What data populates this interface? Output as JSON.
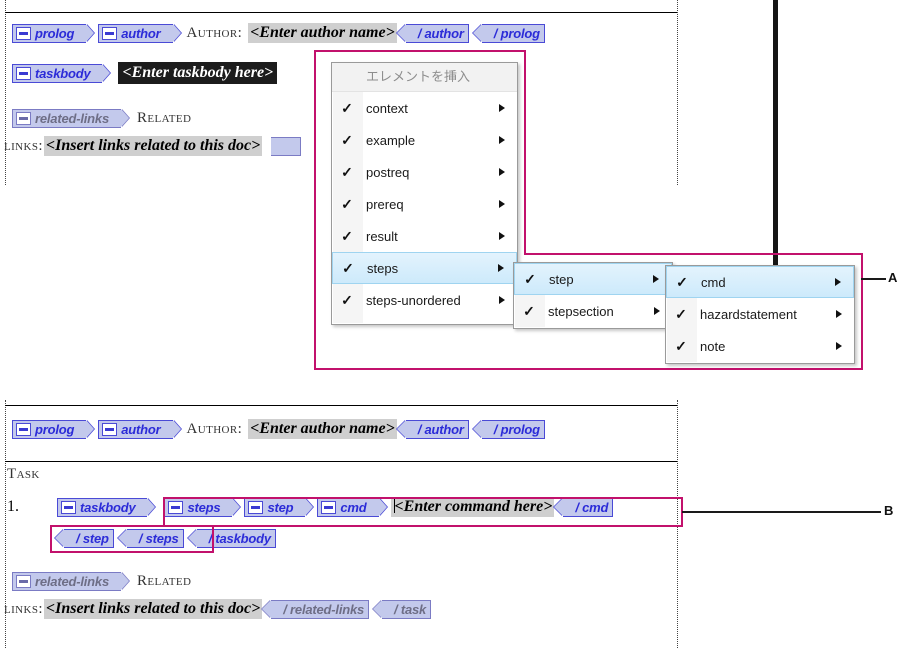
{
  "figure": {
    "callout_color": "#c2116c",
    "labels": [
      {
        "id": "A",
        "text": "A"
      },
      {
        "id": "B",
        "text": "B"
      }
    ]
  },
  "top_pane": {
    "rows": [
      {
        "id": "prolog-row",
        "chips": [
          {
            "text": "prolog",
            "kind": "open",
            "collapsible": true,
            "muted": false
          },
          {
            "text": "author",
            "kind": "open",
            "collapsible": true,
            "muted": false
          }
        ],
        "label": "Author:",
        "placeholder": "<Enter author name>",
        "closers": [
          "/ author",
          "/ prolog"
        ]
      },
      {
        "id": "taskbody-row",
        "chips": [
          {
            "text": "taskbody",
            "kind": "open",
            "collapsible": true,
            "muted": false
          }
        ],
        "placeholder": "<Enter taskbody here>",
        "selected": true
      },
      {
        "id": "related-links-row",
        "chips": [
          {
            "text": "related-links",
            "kind": "open",
            "collapsible": true,
            "muted": true
          }
        ],
        "label": "Related",
        "label2": "links:",
        "placeholder": "<Insert links related to this doc>"
      }
    ]
  },
  "bottom_pane": {
    "rows": [
      {
        "id": "prolog-row-2",
        "chips": [
          {
            "text": "prolog",
            "kind": "open",
            "collapsible": true,
            "muted": false
          },
          {
            "text": "author",
            "kind": "open",
            "collapsible": true,
            "muted": false
          }
        ],
        "label": "Author:",
        "placeholder": "<Enter author name>",
        "closers": [
          "/ author",
          "/ prolog"
        ]
      },
      {
        "id": "task-label-row",
        "label": "Task"
      },
      {
        "id": "steps-row",
        "number": "1.",
        "chips": [
          {
            "text": "taskbody",
            "kind": "open",
            "collapsible": true,
            "muted": false
          },
          {
            "text": "steps",
            "kind": "open",
            "collapsible": true,
            "muted": false
          },
          {
            "text": "step",
            "kind": "open",
            "collapsible": true,
            "muted": false
          },
          {
            "text": "cmd",
            "kind": "open",
            "collapsible": true,
            "muted": false
          }
        ],
        "placeholder": "<Enter command here>",
        "closers": [
          "/ cmd"
        ]
      },
      {
        "id": "closers-row",
        "closers": [
          "/ step",
          "/ steps",
          "/ taskbody"
        ]
      },
      {
        "id": "related-links-row-2",
        "chips": [
          {
            "text": "related-links",
            "kind": "open",
            "collapsible": true,
            "muted": true
          }
        ],
        "label": "Related",
        "label2": "links:",
        "placeholder": "<Insert links related to this doc>",
        "closers": [
          "/ related-links",
          "/ task"
        ]
      }
    ]
  },
  "menus": {
    "root": {
      "title": "エレメントを挿入",
      "items": [
        {
          "label": "context",
          "checked": true,
          "submenu": true,
          "highlighted": false
        },
        {
          "label": "example",
          "checked": true,
          "submenu": true,
          "highlighted": false
        },
        {
          "label": "postreq",
          "checked": true,
          "submenu": true,
          "highlighted": false
        },
        {
          "label": "prereq",
          "checked": true,
          "submenu": true,
          "highlighted": false
        },
        {
          "label": "result",
          "checked": true,
          "submenu": true,
          "highlighted": false
        },
        {
          "label": "steps",
          "checked": true,
          "submenu": true,
          "highlighted": true
        },
        {
          "label": "steps-unordered",
          "checked": true,
          "submenu": true,
          "highlighted": false
        }
      ]
    },
    "level2": {
      "items": [
        {
          "label": "step",
          "checked": true,
          "submenu": true,
          "highlighted": true
        },
        {
          "label": "stepsection",
          "checked": true,
          "submenu": true,
          "highlighted": false
        }
      ]
    },
    "level3": {
      "items": [
        {
          "label": "cmd",
          "checked": true,
          "submenu": true,
          "highlighted": true
        },
        {
          "label": "hazardstatement",
          "checked": true,
          "submenu": true,
          "highlighted": false
        },
        {
          "label": "note",
          "checked": true,
          "submenu": true,
          "highlighted": false
        }
      ]
    },
    "checkmark": "✓"
  }
}
